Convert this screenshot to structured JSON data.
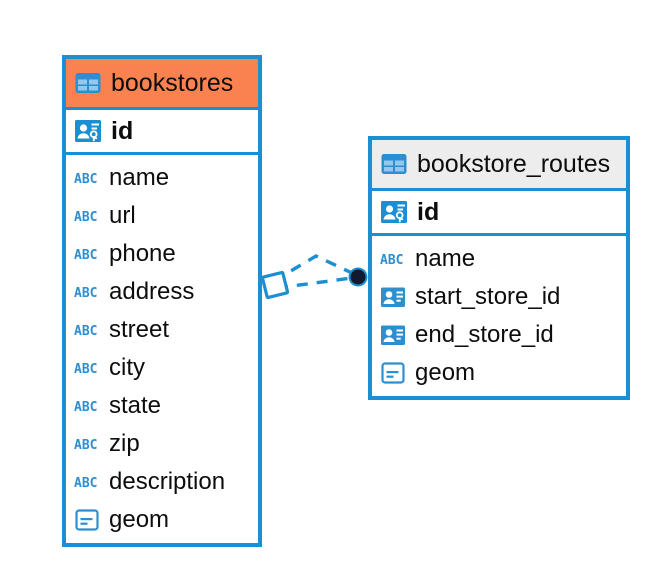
{
  "diagram": {
    "type": "entity-relationship-diagram",
    "background_color": "#ffffff",
    "accent_blue": "#1b8fd2",
    "highlight_orange": "#fa8251",
    "header_gray": "#ededed",
    "relationship": {
      "from_table": "bookstores",
      "to_table": "bookstore_routes",
      "from_marker": "diamond-outline",
      "to_marker": "filled-circle",
      "line_style": "dashed",
      "line_color": "#1b8fd2"
    }
  },
  "tables": [
    {
      "name": "bookstores",
      "header_style": "accent-orange",
      "table_icon": "table-icon",
      "primary_key": {
        "label": "id",
        "icon": "primary-key-icon"
      },
      "fields": [
        {
          "label": "name",
          "icon": "text-type-icon",
          "type": "ABC"
        },
        {
          "label": "url",
          "icon": "text-type-icon",
          "type": "ABC"
        },
        {
          "label": "phone",
          "icon": "text-type-icon",
          "type": "ABC"
        },
        {
          "label": "address",
          "icon": "text-type-icon",
          "type": "ABC"
        },
        {
          "label": "street",
          "icon": "text-type-icon",
          "type": "ABC"
        },
        {
          "label": "city",
          "icon": "text-type-icon",
          "type": "ABC"
        },
        {
          "label": "state",
          "icon": "text-type-icon",
          "type": "ABC"
        },
        {
          "label": "zip",
          "icon": "text-type-icon",
          "type": "ABC"
        },
        {
          "label": "description",
          "icon": "text-type-icon",
          "type": "ABC"
        },
        {
          "label": "geom",
          "icon": "geometry-type-icon",
          "type": "geometry"
        }
      ]
    },
    {
      "name": "bookstore_routes",
      "header_style": "accent-gray",
      "table_icon": "table-icon",
      "primary_key": {
        "label": "id",
        "icon": "primary-key-icon"
      },
      "fields": [
        {
          "label": "name",
          "icon": "text-type-icon",
          "type": "ABC"
        },
        {
          "label": "start_store_id",
          "icon": "foreign-key-icon",
          "type": "reference"
        },
        {
          "label": "end_store_id",
          "icon": "foreign-key-icon",
          "type": "reference"
        },
        {
          "label": "geom",
          "icon": "geometry-type-icon",
          "type": "geometry"
        }
      ]
    }
  ]
}
